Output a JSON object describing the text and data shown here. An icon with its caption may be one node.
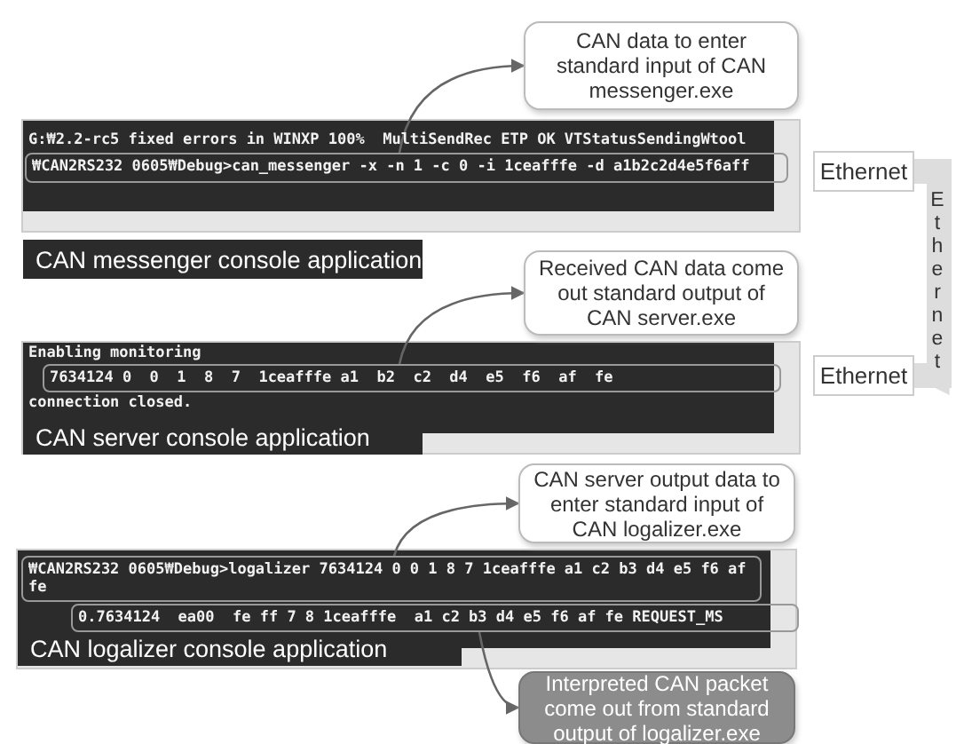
{
  "diagram": {
    "nodes": [
      {
        "text": [
          "CAN data to enter standard input of CAN messenger.exe"
        ]
      },
      {
        "text": [
          "G:₩2.2-rc5 fixed errors in WINXP 100%  MultiSendRec ETP OK VTStatusSendingWtool"
        ]
      },
      {
        "text": [
          "₩CAN2RS232 0605₩Debug>can_messenger -x -n 1 -c 0 -i 1ceafffe -d a1b2c2d4e5f6aff"
        ],
        "in": 1
      },
      {
        "text": [
          "Ethernet"
        ]
      },
      {
        "text": [
          "CAN messenger console application"
        ]
      },
      {
        "text": [
          "Received CAN data come out standard output of CAN server.exe"
        ]
      },
      {
        "text": [
          "Enabling monitoring",
          "connection closed."
        ]
      },
      {
        "text": [
          "7634124 0  0  1  8  7  1ceafffe a1  b2  c2  d4  e5  f6  af  fe"
        ],
        "in": 6
      },
      {
        "text": [
          "Ethernet"
        ]
      },
      {
        "text": [
          "CAN server console application"
        ],
        "in": 6
      },
      {
        "text": [
          "CAN server output data to enter standard input of CAN logalizer.exe"
        ]
      },
      {
        "text": [],
        "shape": "box"
      },
      {
        "text": [
          "₩CAN2RS232 0605₩Debug>logalizer 7634124 0 0 1 8 7 1ceafffe a1 c2 b3 d4 e5 f6 af fe"
        ],
        "in": 11
      },
      {
        "text": [
          "0.7634124  ea00  fe ff 7 8 1ceafffe  a1 c2 b3 d4 e5 f6 af fe REQUEST_MS"
        ],
        "in": 11
      },
      {
        "text": [
          "CAN logalizer console application"
        ],
        "in": 11
      },
      {
        "text": [
          "Interpreted CAN packet come out from standard output of logalizer.exe"
        ]
      }
    ],
    "edges": [
      {
        "from": 2,
        "to": 0,
        "arrow": "to"
      },
      {
        "from": 7,
        "to": 5,
        "arrow": "to"
      },
      {
        "from": 12,
        "to": 10,
        "arrow": "to"
      },
      {
        "from": 13,
        "to": 15,
        "arrow": "to"
      },
      {
        "from": 3,
        "to": 8,
        "arrow": "to",
        "label": "Ethernet",
        "style": "thick",
        "color": "#dddddd"
      }
    ]
  }
}
